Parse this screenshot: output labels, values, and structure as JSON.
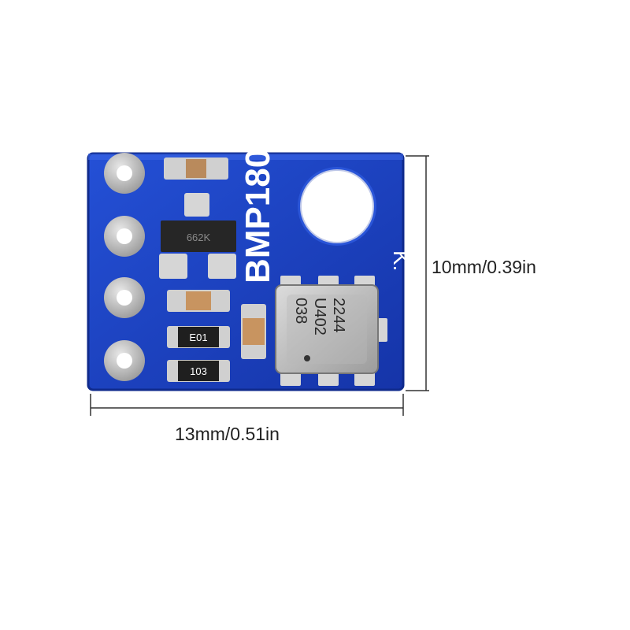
{
  "board": {
    "model_text": "BMP180",
    "k_mark": "K.",
    "transistor_text": "662K",
    "sensor_lines": [
      "2244",
      "U402",
      "038"
    ],
    "resistor_e01": "E01",
    "resistor_103": "103",
    "pcb_color": "#1a3fbf",
    "pcb_edge_color": "#0f2a8c",
    "pad_color": "#c8c8c8"
  },
  "dimensions": {
    "height_label": "10mm/0.39in",
    "width_label": "13mm/0.51in"
  }
}
